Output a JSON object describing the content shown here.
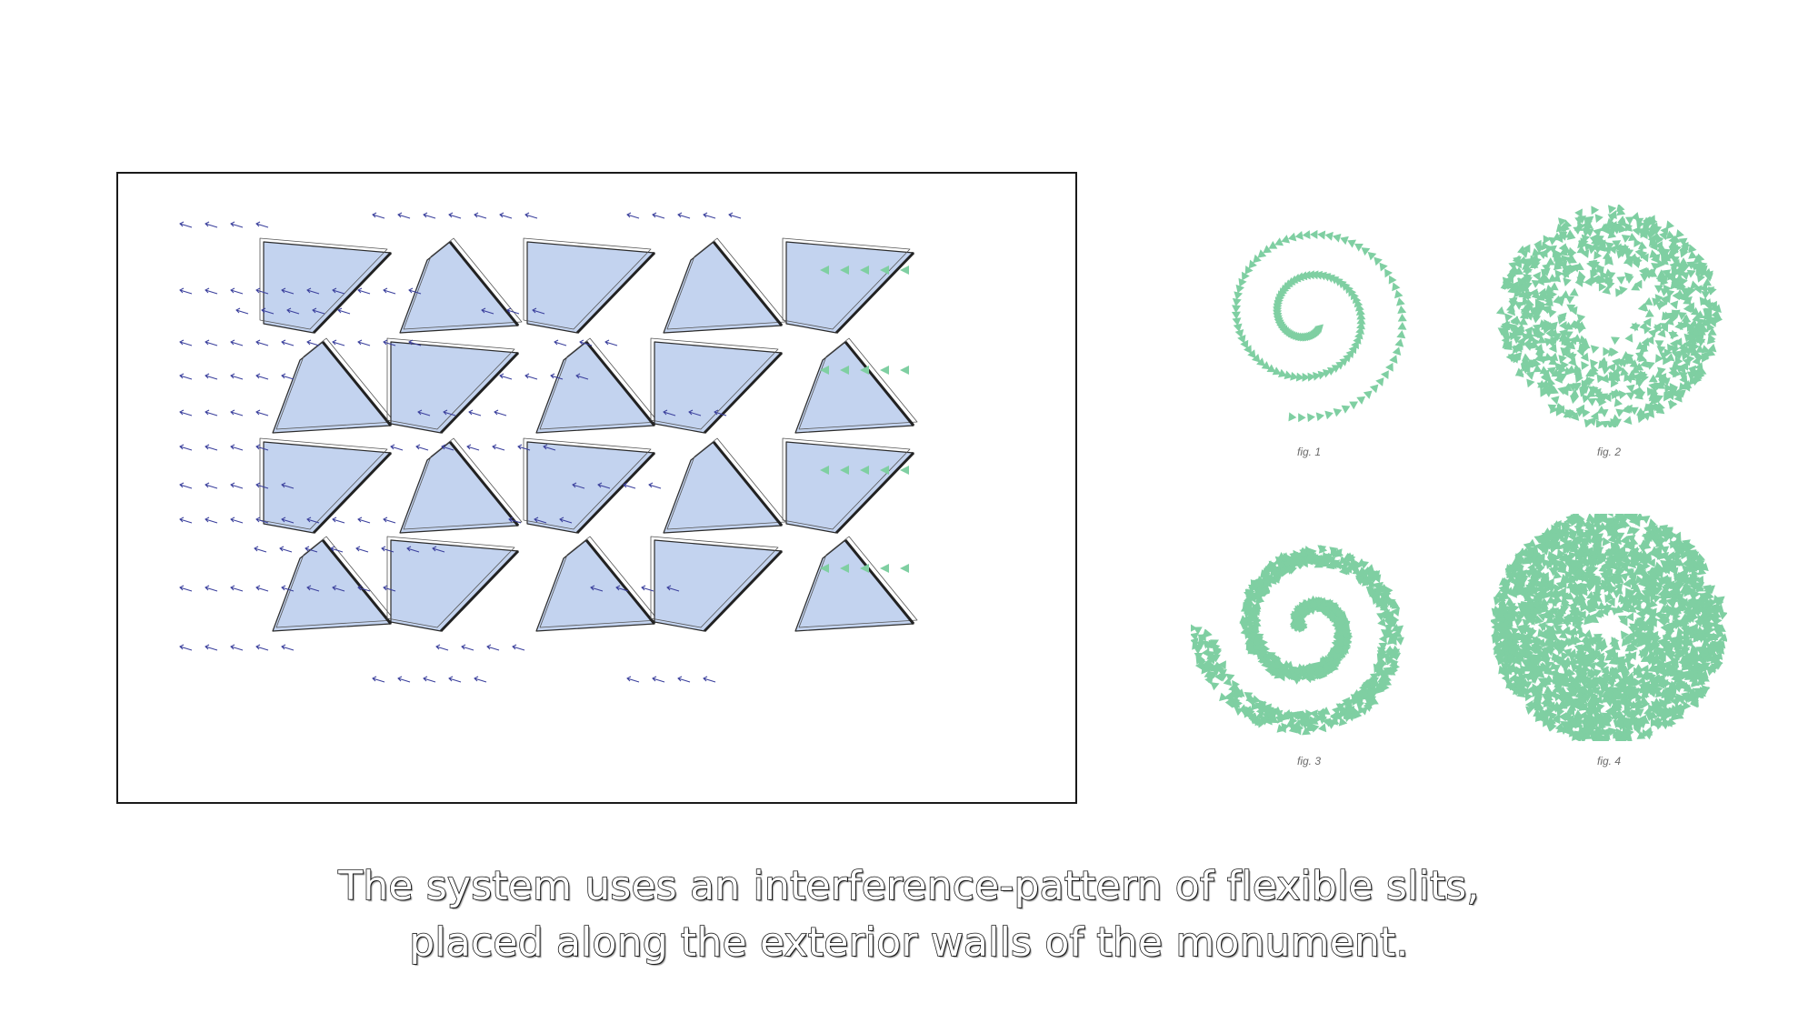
{
  "caption": {
    "line1": "The system uses an interference-pattern of flexible slits,",
    "line2": "placed along the exterior walls of the monument."
  },
  "figures": [
    {
      "label": "fig. 1",
      "pattern": "sparse-spiral"
    },
    {
      "label": "fig. 2",
      "pattern": "dense-ring"
    },
    {
      "label": "fig. 3",
      "pattern": "arm-spiral"
    },
    {
      "label": "fig. 4",
      "pattern": "dense-disc"
    }
  ],
  "colors": {
    "panel_fill": "#c3d3ef",
    "panel_stroke": "#2b2b2b",
    "arrow_blue": "#3a3f9c",
    "marker_green": "#7fcfa2",
    "frame": "#1a1a1a"
  },
  "icons": {
    "flow_arrow": "left-arrow-icon",
    "marker": "triangle-marker-icon"
  }
}
